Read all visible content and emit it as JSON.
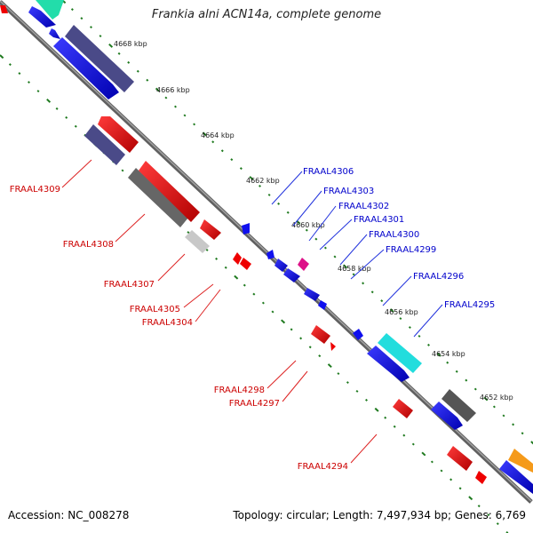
{
  "title": "Frankia alni ACN14a, complete genome",
  "footer": {
    "accession": "Accession: NC_008278",
    "summary": "Topology: circular; Length: 7,497,934 bp; Genes: 6,769"
  },
  "colors": {
    "forward_label": "#0000cc",
    "reverse_label": "#cc0000",
    "backbone": "#808080",
    "tick": "#1f7a1f",
    "leader_forward": "#2233dd",
    "leader_reverse": "#dd2222"
  },
  "kbp_labels": [
    "4668 kbp",
    "4666 kbp",
    "4664 kbp",
    "4662 kbp",
    "4660 kbp",
    "4658 kbp",
    "4656 kbp",
    "4654 kbp",
    "4652 kbp"
  ],
  "forward_gene_labels": [
    "FRAAL4306",
    "FRAAL4303",
    "FRAAL4302",
    "FRAAL4301",
    "FRAAL4300",
    "FRAAL4299",
    "FRAAL4296",
    "FRAAL4295"
  ],
  "reverse_gene_labels": [
    "FRAAL4309",
    "FRAAL4308",
    "FRAAL4307",
    "FRAAL4305",
    "FRAAL4304",
    "FRAAL4298",
    "FRAAL4297",
    "FRAAL4294"
  ]
}
